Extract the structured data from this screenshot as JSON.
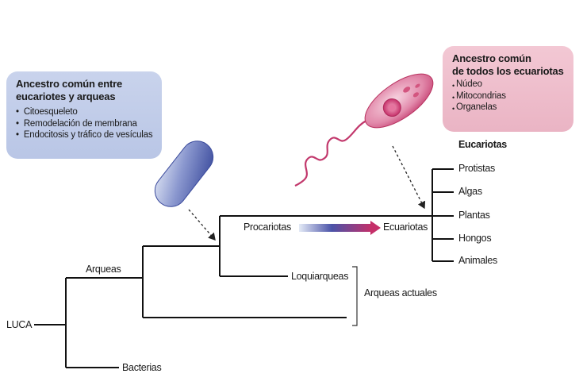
{
  "left_box": {
    "title_line1": "Ancestro común entre",
    "title_line2": "eucariotes y arqueas",
    "items": [
      "Citoesqueleto",
      "Remodelación de membrana",
      "Endocitosis y tráfico de vesículas"
    ]
  },
  "right_box": {
    "title_line1": "Ancestro común",
    "title_line2": "de todos los ecuariotas",
    "items": [
      "Núdeo",
      "Mitocondrias",
      "Organelas"
    ]
  },
  "labels": {
    "eucariotas": "Eucariotas",
    "protistas": "Protistas",
    "algas": "Algas",
    "plantas": "Plantas",
    "hongos": "Hongos",
    "animales": "Animales",
    "procariotas": "Procariotas",
    "ecuariotas": "Ecuariotas",
    "loquiarqueas": "Loquiarqueas",
    "arqueas_actuales": "Arqueas actuales",
    "arqueas": "Arqueas",
    "luca": "LUCA",
    "bacterias": "Bacterias"
  },
  "colors": {
    "blue_cell": "#4a5ba8",
    "pink_cell": "#c83c72",
    "arrow_start": "#d8e2f2",
    "arrow_mid": "#4a4fa5",
    "arrow_end": "#c0306a"
  }
}
